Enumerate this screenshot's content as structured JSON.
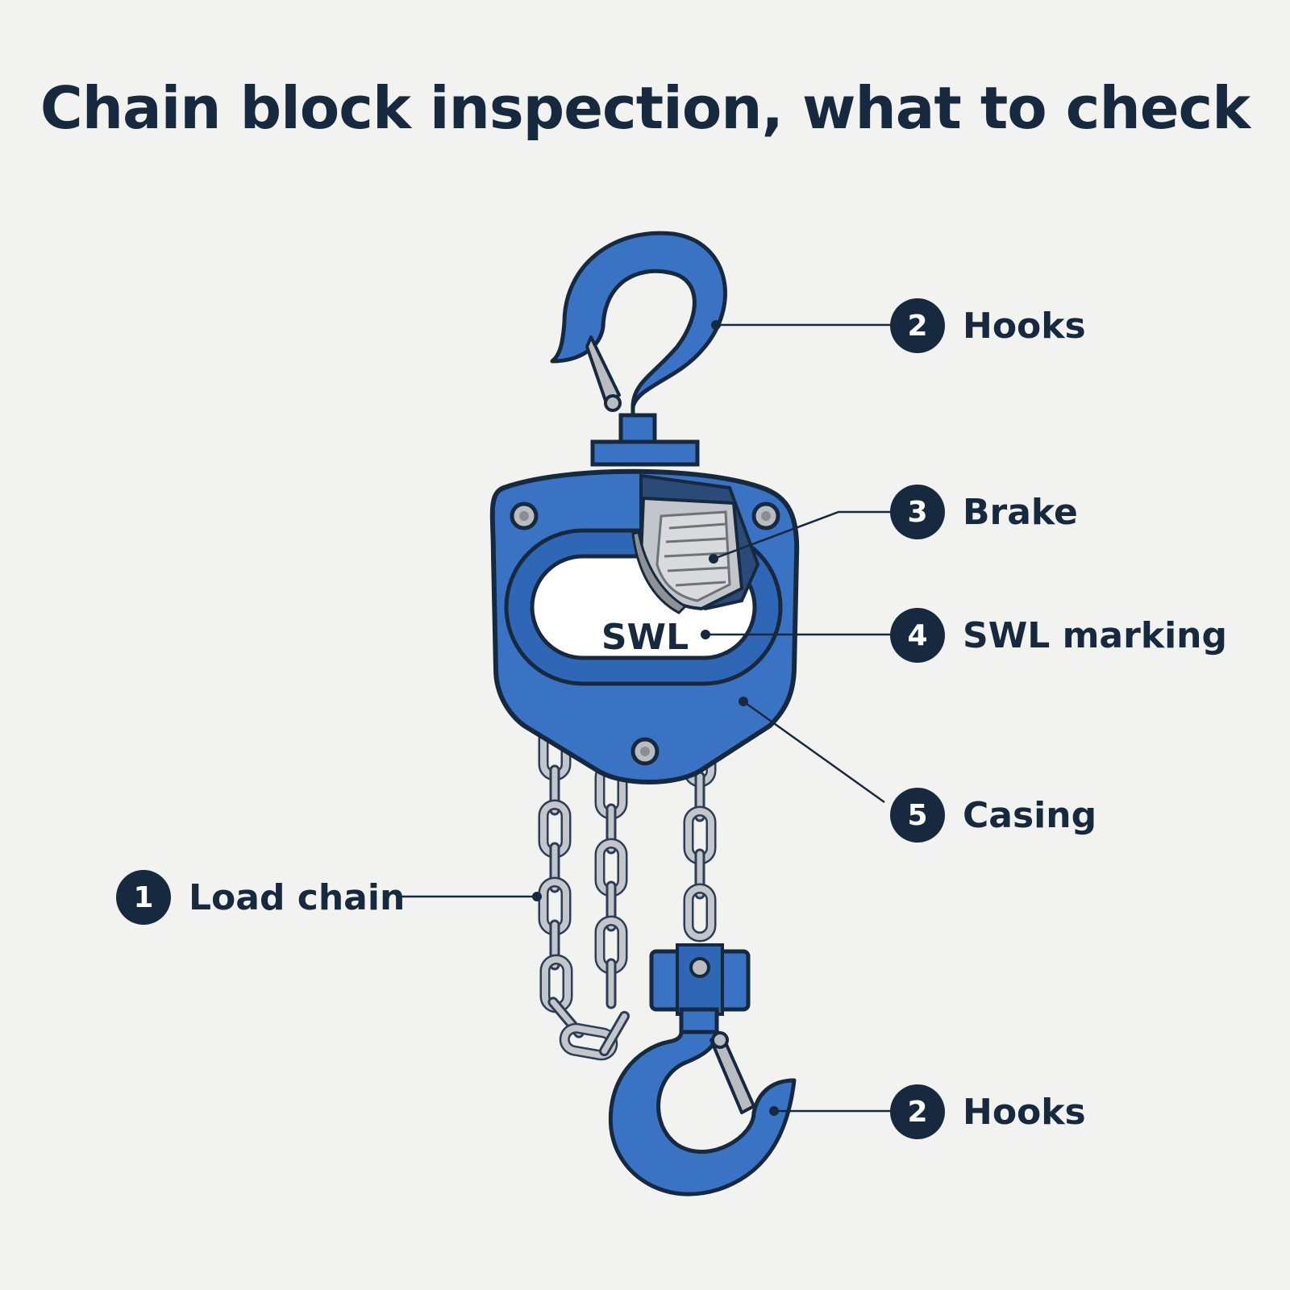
{
  "title": "Chain block inspection, what to check",
  "swl_plate_text": "SWL",
  "callouts": [
    {
      "id": "hooks-top",
      "number": "2",
      "label": "Hooks"
    },
    {
      "id": "brake",
      "number": "3",
      "label": "Brake"
    },
    {
      "id": "swl-marking",
      "number": "4",
      "label": "SWL marking"
    },
    {
      "id": "casing",
      "number": "5",
      "label": "Casing"
    },
    {
      "id": "load-chain",
      "number": "1",
      "label": "Load chain"
    },
    {
      "id": "hooks-bottom",
      "number": "2",
      "label": "Hooks"
    }
  ],
  "colors": {
    "body_blue": "#3b73c4",
    "outline": "#17293f",
    "steel": "#b9bcc0",
    "background": "#f2f2f1"
  }
}
